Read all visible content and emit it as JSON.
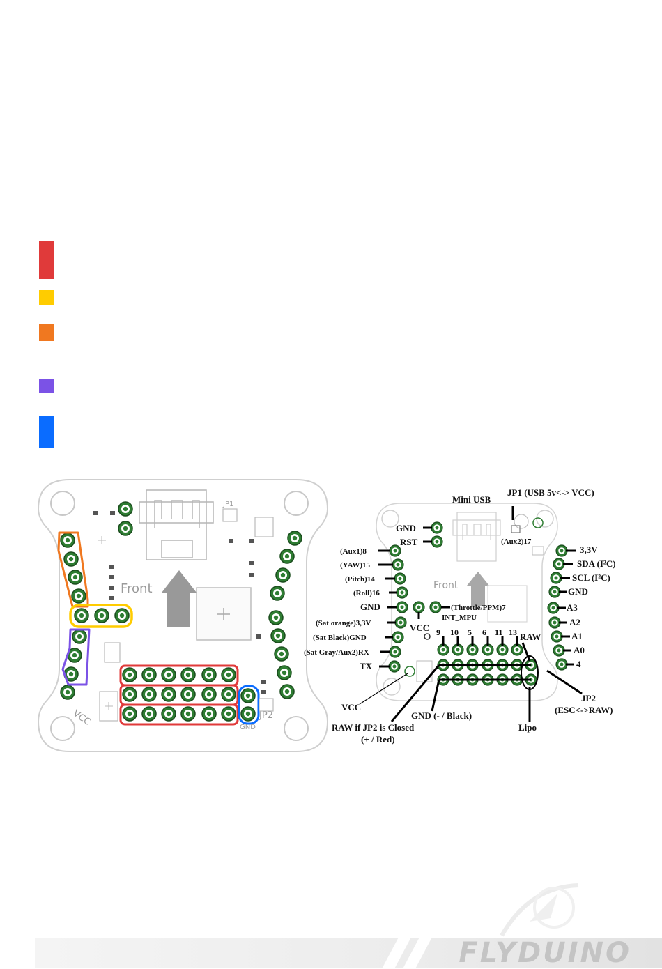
{
  "legend": {
    "colors": [
      "#e03a3a",
      "#ffcc00",
      "#f07820",
      "#7b52e6",
      "#0a6cff"
    ]
  },
  "board_left": {
    "front_label": "Front",
    "vcc_label": "VCC",
    "gnd_label": "GND",
    "jp2_label": "JP2",
    "jp1_label": "JP1"
  },
  "board_right": {
    "front_label": "Front",
    "labels": {
      "mini_usb": "Mini USB",
      "jp1": "JP1 (USB 5v<-> VCC)",
      "gnd_top": "GND",
      "rst": "RST",
      "aux2": "(Aux2)17",
      "aux1": "(Aux1)8",
      "yaw": "(YAW)15",
      "pitch": "(Pitch)14",
      "roll": "(Roll)16",
      "gnd_left": "GND",
      "sat_orange": "(Sat orange)3,3V",
      "sat_black": "(Sat Black)GND",
      "sat_gray": "(Sat Gray/Aux2)RX",
      "tx": "TX",
      "throttle": "(Throttle/PPM)7",
      "int_mpu": "INT_MPU",
      "vcc_mid": "VCC",
      "v33": "3,3V",
      "sda": "SDA (I²C)",
      "scl": "SCL (I²C)",
      "gnd_right": "GND",
      "a3": "A3",
      "a2": "A2",
      "a1": "A1",
      "a0": "A0",
      "d4": "4",
      "n9": "9",
      "n10": "10",
      "n5": "5",
      "n6": "6",
      "n11": "11",
      "n13": "13",
      "raw": "RAW",
      "vcc_bottom": "VCC",
      "gnd_black": "GND (- / Black)",
      "raw_jp2": "RAW if JP2 is Closed",
      "plus_red": "(+ / Red)",
      "lipo": "Lipo",
      "jp2": "JP2",
      "esc_raw": "(ESC<->RAW)"
    }
  },
  "footer": {
    "logo": "FLYDUINO"
  }
}
